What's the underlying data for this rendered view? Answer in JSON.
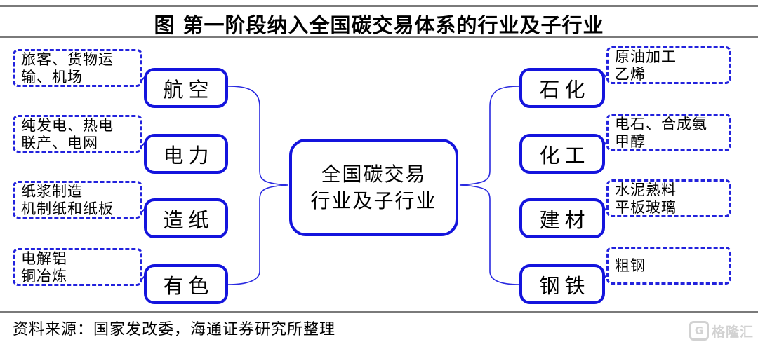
{
  "title": "图  第一阶段纳入全国碳交易体系的行业及子行业",
  "center": {
    "line1": "全国碳交易",
    "line2": "行业及子行业"
  },
  "left_branches": [
    {
      "label": "航空",
      "sub_line1": "旅客、货物运",
      "sub_line2": "输、机场"
    },
    {
      "label": "电力",
      "sub_line1": "纯发电、热电",
      "sub_line2": "联产、电网"
    },
    {
      "label": "造纸",
      "sub_line1": "纸浆制造",
      "sub_line2": "机制纸和纸板"
    },
    {
      "label": "有色",
      "sub_line1": "电解铝",
      "sub_line2": "铜冶炼"
    }
  ],
  "right_branches": [
    {
      "label": "石化",
      "sub_line1": "原油加工",
      "sub_line2": "乙烯"
    },
    {
      "label": "化工",
      "sub_line1": "电石、合成氨",
      "sub_line2": "甲醇"
    },
    {
      "label": "建材",
      "sub_line1": "水泥熟料",
      "sub_line2": "平板玻璃"
    },
    {
      "label": "钢铁",
      "sub_line1": "粗钢",
      "sub_line2": ""
    }
  ],
  "source": "资料来源：国家发改委，海通证券研究所整理",
  "watermark": {
    "icon": "gelonghui-logo",
    "icon_glyph": "G",
    "text": "格隆汇"
  },
  "colors": {
    "solid_box_border": "#1414dd",
    "dashed_box_border": "#2222dd",
    "connector_blue": "#2a2ae0",
    "rule_gray": "#7a7a7a",
    "text_black": "#000000",
    "watermark_gray": "#d2d2d2"
  }
}
